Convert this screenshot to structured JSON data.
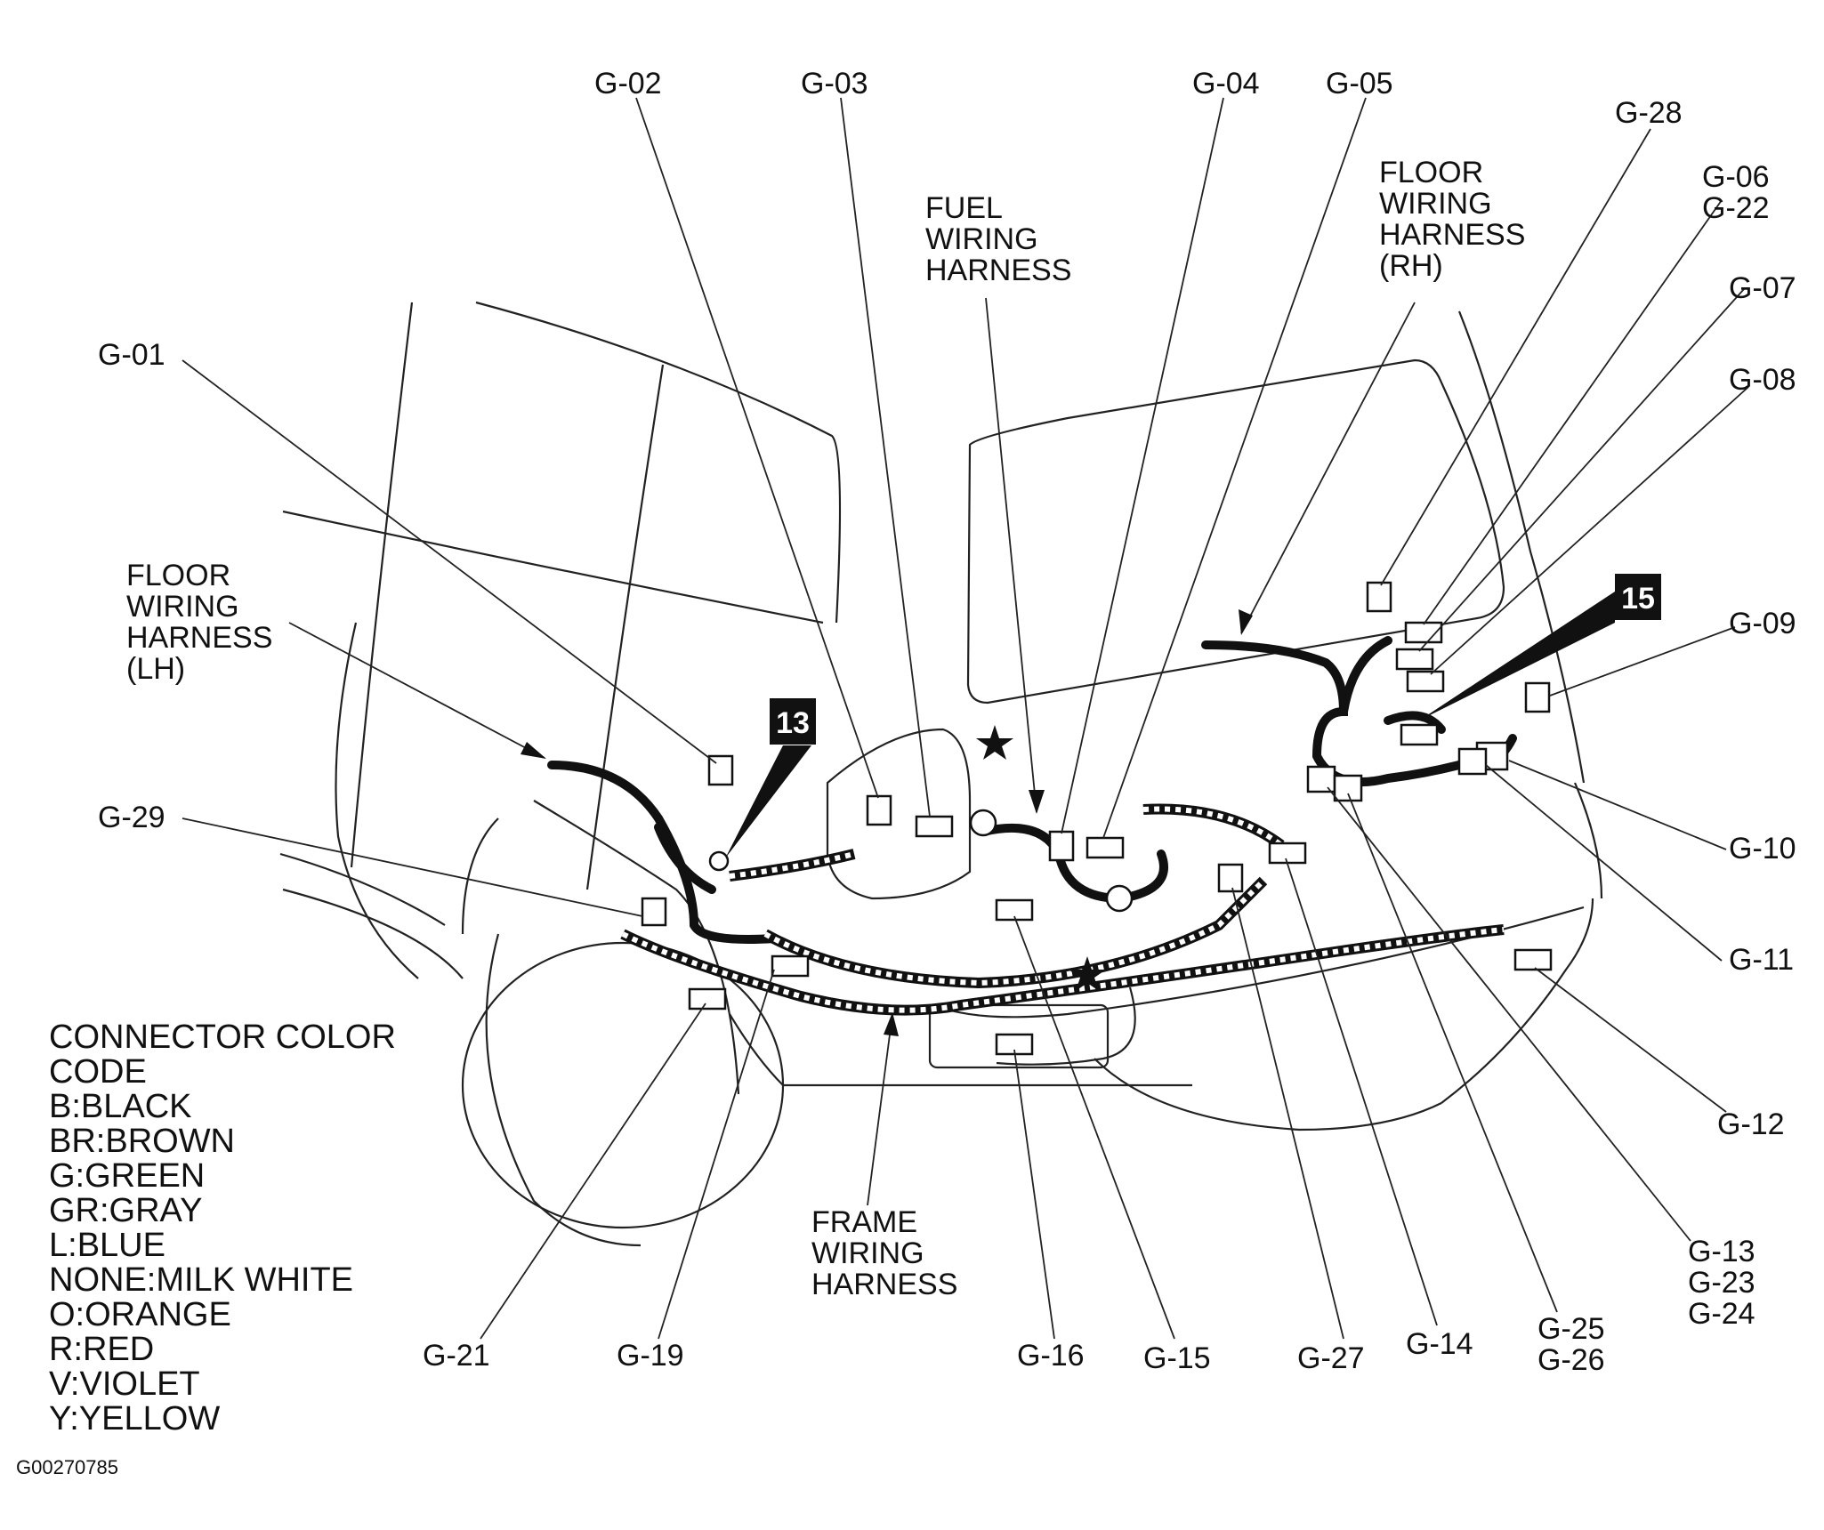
{
  "connectors": [
    {
      "id": "g01",
      "label": "G-01"
    },
    {
      "id": "g02",
      "label": "G-02"
    },
    {
      "id": "g03",
      "label": "G-03"
    },
    {
      "id": "g04",
      "label": "G-04"
    },
    {
      "id": "g05",
      "label": "G-05"
    },
    {
      "id": "g28",
      "label": "G-28"
    },
    {
      "id": "g06",
      "label": "G-06"
    },
    {
      "id": "g22",
      "label": "G-22"
    },
    {
      "id": "g07",
      "label": "G-07"
    },
    {
      "id": "g08",
      "label": "G-08"
    },
    {
      "id": "g09",
      "label": "G-09"
    },
    {
      "id": "g10",
      "label": "G-10"
    },
    {
      "id": "g11",
      "label": "G-11"
    },
    {
      "id": "g12",
      "label": "G-12"
    },
    {
      "id": "g13",
      "label": "G-13"
    },
    {
      "id": "g23",
      "label": "G-23"
    },
    {
      "id": "g24",
      "label": "G-24"
    },
    {
      "id": "g25",
      "label": "G-25"
    },
    {
      "id": "g26",
      "label": "G-26"
    },
    {
      "id": "g14",
      "label": "G-14"
    },
    {
      "id": "g27",
      "label": "G-27"
    },
    {
      "id": "g15",
      "label": "G-15"
    },
    {
      "id": "g16",
      "label": "G-16"
    },
    {
      "id": "g19",
      "label": "G-19"
    },
    {
      "id": "g21",
      "label": "G-21"
    },
    {
      "id": "g29",
      "label": "G-29"
    }
  ],
  "harnesses": {
    "fuel": [
      "FUEL",
      "WIRING",
      "HARNESS"
    ],
    "floor_rh": [
      "FLOOR",
      "WIRING",
      "HARNESS",
      "(RH)"
    ],
    "floor_lh": [
      "FLOOR",
      "WIRING",
      "HARNESS",
      "(LH)"
    ],
    "frame": [
      "FRAME",
      "WIRING",
      "HARNESS"
    ]
  },
  "badges": [
    "13",
    "15"
  ],
  "legend": {
    "title_lines": [
      "CONNECTOR COLOR",
      "CODE"
    ],
    "items": [
      "B:BLACK",
      "BR:BROWN",
      "G:GREEN",
      "GR:GRAY",
      "L:BLUE",
      "NONE:MILK WHITE",
      "O:ORANGE",
      "R:RED",
      "V:VIOLET",
      "Y:YELLOW"
    ]
  },
  "figure_id": "G00270785"
}
